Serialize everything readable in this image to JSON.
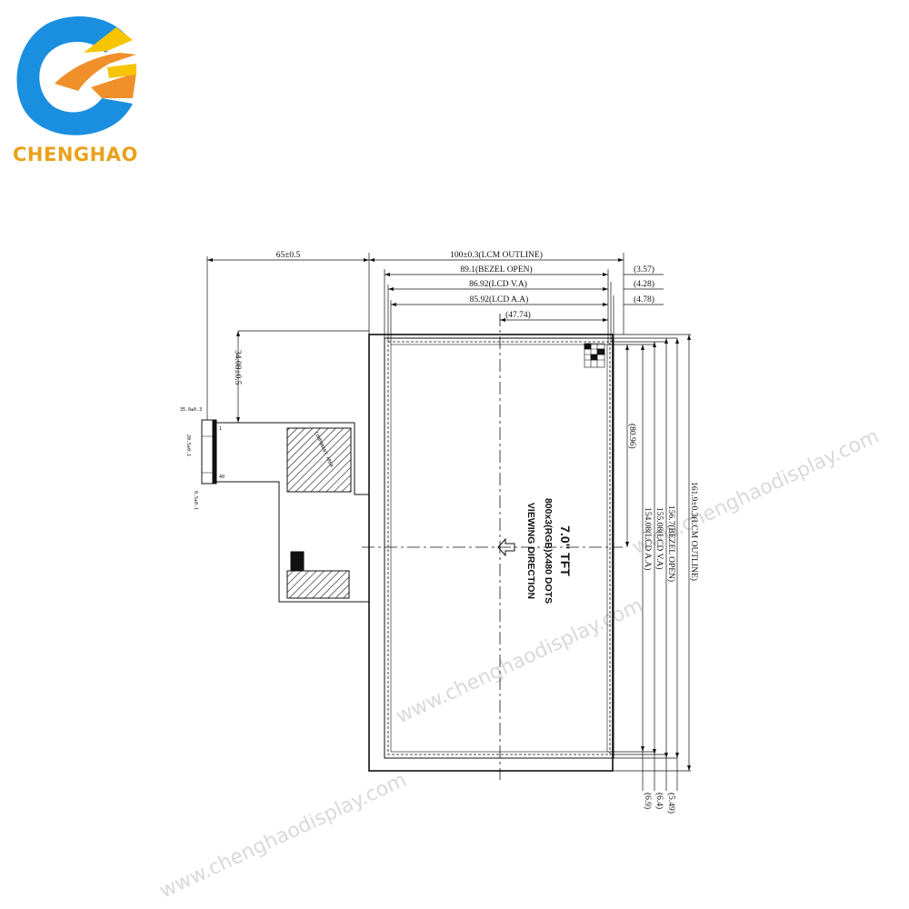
{
  "brand": {
    "name": "CHENGHAO",
    "colors": {
      "blue": "#1a8fe0",
      "orange": "#f0902a",
      "yellow": "#f7c400",
      "text": "#e8a21c"
    }
  },
  "watermark": "www.chenghaodisplay.com",
  "panel": {
    "size": "7.0\" TFT",
    "resolution": "800x3(RGB)X480 DOTS",
    "viewing": "VIEWING DIRECTION"
  },
  "dims": {
    "fpc_length": "65±0.5",
    "lcm_outline_w": "100±0.3(LCM OUTLINE)",
    "bezel_open_w": "89.1(BEZEL OPEN)",
    "lcd_va_w": "86.92(LCD V.A)",
    "lcd_aa_w": "85.92(LCD A.A)",
    "center_x": "(47.74)",
    "offset_357": "(3.57)",
    "offset_428": "(4.28)",
    "offset_478": "(4.78)",
    "fpc_offset": "34.08±0.5",
    "center_y": "(80.96)",
    "lcd_aa_h": "154.08(LCD A.A)",
    "lcd_va_h": "155.08(LCD V.A)",
    "bezel_open_h": "156.7(BEZEL OPEN)",
    "lcm_outline_h": "161.9±0.3(LCM OUTLINE)",
    "bottom_69": "(6.9)",
    "bottom_64": "(6.4)",
    "bottom_549": "(5.49)",
    "fpc_pitch": "35.0±0.3",
    "fpc_width": "20.5±0.1",
    "fpc_thick": "0.5±0.1",
    "pin_1": "1",
    "pin_40": "40",
    "fpc_note": "COMPONENT AREA"
  }
}
